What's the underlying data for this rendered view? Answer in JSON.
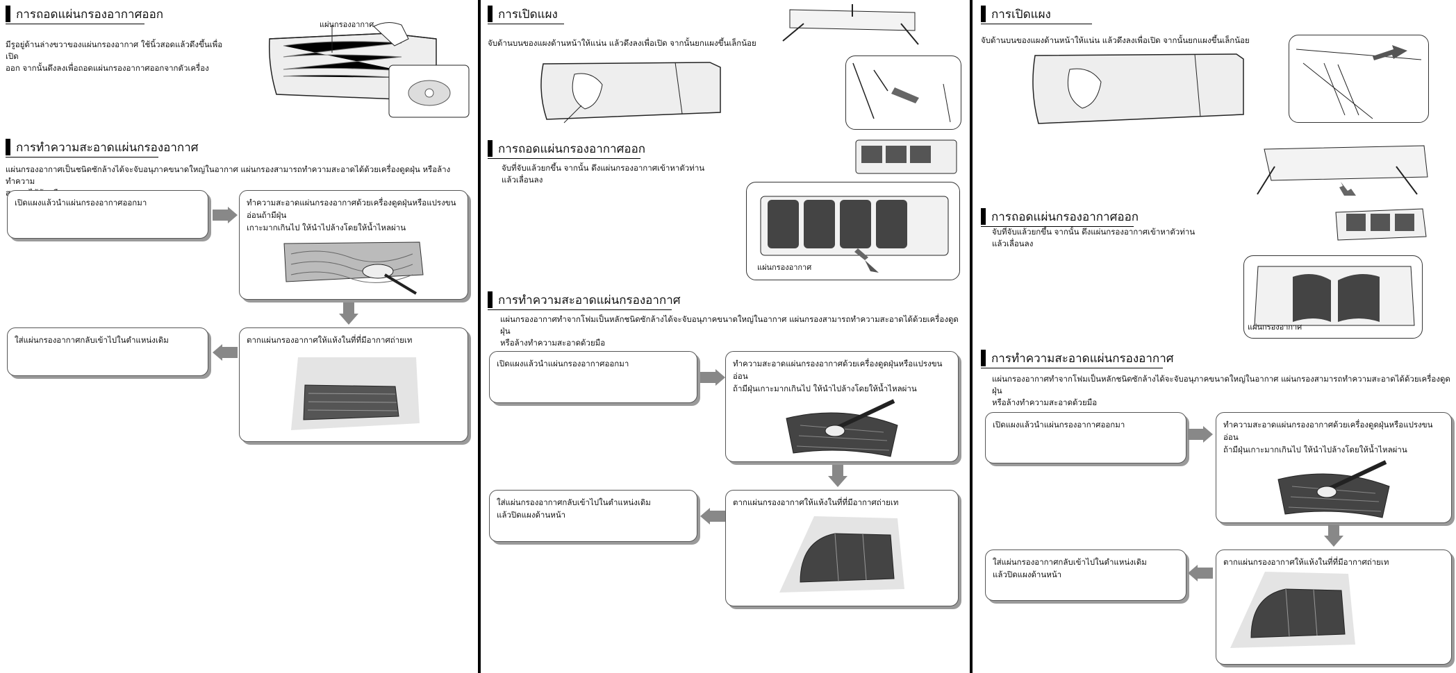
{
  "col1": {
    "sec_remove_title": "การถอดแผ่นกรองอากาศออก",
    "sec_remove_text_1": "มีรูอยู่ด้านล่างขวาของแผ่นกรองอากาศ ใช้นิ้วสอดแล้วดึงขึ้นเพื่อเปิด",
    "sec_remove_text_2": "ออก จากนั้นดึงลงเพื่อถอดแผ่นกรองอากาศออกจากตัวเครื่อง",
    "filter_label": "แผ่นกรองอากาศ",
    "sec_clean_title": "การทำความสะอาดแผ่นกรองอากาศ",
    "sec_clean_text_1": "แผ่นกรองอากาศเป็นชนิดซักล้างได้จะจับอนุภาคขนาดใหญ่ในอากาศ แผ่นกรองสามารถทำความสะอาดได้ด้วยเครื่องดูดฝุ่น หรือล้างทำความ",
    "sec_clean_text_2": "สะอาดได้ด้วยมือ",
    "step1": "เปิดแผงแล้วนำแผ่นกรองอากาศออกมา",
    "step2_1": "ทำความสะอาดแผ่นกรองอากาศด้วยเครื่องดูดฝุ่นหรือแปรงขนอ่อนถ้ามีฝุ่น",
    "step2_2": "เกาะมากเกินไป ให้นำไปล้างโดยให้น้ำไหลผ่าน",
    "step3": "ตากแผ่นกรองอากาศให้แห้งในที่ที่มีอากาศถ่ายเท",
    "step4": "ใส่แผ่นกรองอากาศกลับเข้าไปในตำแหน่งเดิม"
  },
  "col2": {
    "sec_open_title": "การเปิดแผง",
    "sec_open_text": "จับด้านบนของแผงด้านหน้าให้แน่น แล้วดึงลงเพื่อเปิด จากนั้นยกแผงขึ้นเล็กน้อย",
    "sec_remove_title": "การถอดแผ่นกรองอากาศออก",
    "sec_remove_text_1": "จับที่จับแล้วยกขึ้น จากนั้น ดึงแผ่นกรองอากาศเข้าหาตัวท่าน",
    "sec_remove_text_2": "แล้วเลื่อนลง",
    "filter_label": "แผ่นกรองอากาศ",
    "sec_clean_title": "การทำความสะอาดแผ่นกรองอากาศ",
    "sec_clean_text_1": "แผ่นกรองอากาศทำจากโฟมเป็นหลักชนิดซักล้างได้จะจับอนุภาคขนาดใหญ่ในอากาศ แผ่นกรองสามารถทำความสะอาดได้ด้วยเครื่องดูดฝุ่น",
    "sec_clean_text_2": "หรือล้างทำความสะอาดด้วยมือ",
    "step1": "เปิดแผงแล้วนำแผ่นกรองอากาศออกมา",
    "step2_1": "ทำความสะอาดแผ่นกรองอากาศด้วยเครื่องดูดฝุ่นหรือแปรงขนอ่อน",
    "step2_2": "ถ้ามีฝุ่นเกาะมากเกินไป ให้นำไปล้างโดยให้น้ำไหลผ่าน",
    "step3": "ตากแผ่นกรองอากาศให้แห้งในที่ที่มีอากาศถ่ายเท",
    "step4_1": "ใส่แผ่นกรองอากาศกลับเข้าไปในตำแหน่งเดิม",
    "step4_2": "แล้วปิดแผงด้านหน้า"
  },
  "col3": {
    "sec_open_title": "การเปิดแผง",
    "sec_open_text": "จับด้านบนของแผงด้านหน้าให้แน่น แล้วดึงลงเพื่อเปิด จากนั้นยกแผงขึ้นเล็กน้อย",
    "sec_remove_title": "การถอดแผ่นกรองอากาศออก",
    "sec_remove_text_1": "จับที่จับแล้วยกขึ้น จากนั้น ดึงแผ่นกรองอากาศเข้าหาตัวท่าน",
    "sec_remove_text_2": "แล้วเลื่อนลง",
    "filter_label": "แผ่นกรองอากาศ",
    "sec_clean_title": "การทำความสะอาดแผ่นกรองอากาศ",
    "sec_clean_text_1": "แผ่นกรองอากาศทำจากโฟมเป็นหลักชนิดซักล้างได้จะจับอนุภาคขนาดใหญ่ในอากาศ แผ่นกรองสามารถทำความสะอาดได้ด้วยเครื่องดูดฝุ่น",
    "sec_clean_text_2": "หรือล้างทำความสะอาดด้วยมือ",
    "step1": "เปิดแผงแล้วนำแผ่นกรองอากาศออกมา",
    "step2_1": "ทำความสะอาดแผ่นกรองอากาศด้วยเครื่องดูดฝุ่นหรือแปรงขนอ่อน",
    "step2_2": "ถ้ามีฝุ่นเกาะมากเกินไป ให้นำไปล้างโดยให้น้ำไหลผ่าน",
    "step3": "ตากแผ่นกรองอากาศให้แห้งในที่ที่มีอากาศถ่ายเท",
    "step4_1": "ใส่แผ่นกรองอากาศกลับเข้าไปในตำแหน่งเดิม",
    "step4_2": "แล้วปิดแผงด้านหน้า"
  }
}
